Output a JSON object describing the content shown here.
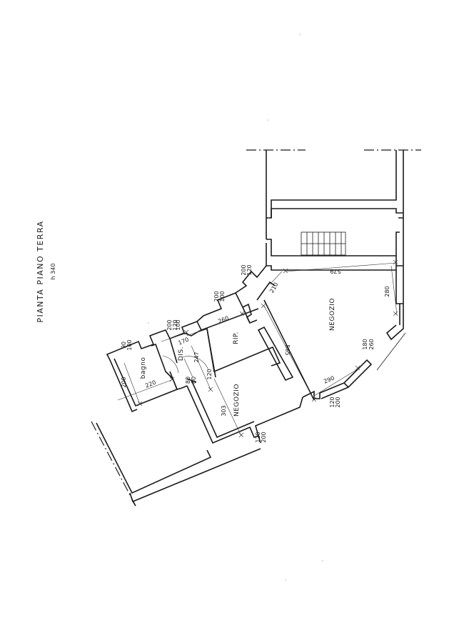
{
  "title": "PIANTA PIANO TERRA",
  "height_note": "h 340",
  "rooms": {
    "negozio_main": "NEGOZIO",
    "negozio_small": "NEGOZIO",
    "rip": "RIP.",
    "dis": "DIS.",
    "bagno": "bagno"
  },
  "dimensions": {
    "d579": "579",
    "d280": "280",
    "d260": "260",
    "d170": "170",
    "d220": "220",
    "d210": "210",
    "d565": "565",
    "d290": "290",
    "d303": "303",
    "d247": "247",
    "d200a": "200",
    "d200b": "200",
    "d200c": "200",
    "d200d": "200",
    "d200e": "200",
    "d200f": "200",
    "d120a": "120",
    "d120b": "120",
    "d120c": "120",
    "d120d": "120",
    "d100a": "100",
    "d100b": "100",
    "d100c": "100",
    "d90": "90",
    "d80a": "80",
    "d80b": "80",
    "d180": "180",
    "d260b": "260"
  }
}
